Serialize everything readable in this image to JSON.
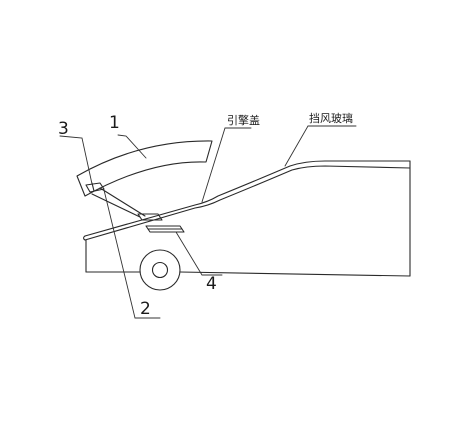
{
  "labels": {
    "hood": "引擎盖",
    "windshield": "挡风玻璃",
    "part_1": "1",
    "part_2": "2",
    "part_3": "3",
    "part_4": "4"
  },
  "colors": {
    "line": "#2a2a2a",
    "background": "#ffffff"
  }
}
